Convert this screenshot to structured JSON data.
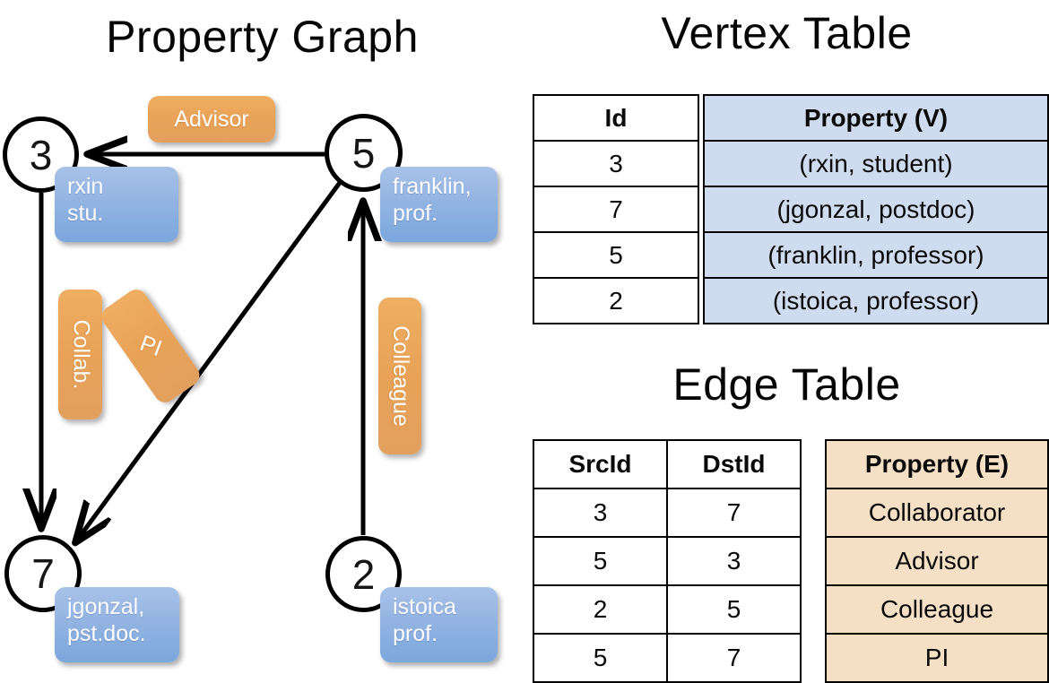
{
  "titles": {
    "graph": "Property Graph",
    "vertex_table": "Vertex Table",
    "edge_table": "Edge Table"
  },
  "graph": {
    "nodes": [
      {
        "id": "3",
        "property_label": "rxin\nstu.",
        "name": "rxin",
        "role": "stu."
      },
      {
        "id": "5",
        "property_label": "franklin,\nprof.",
        "name": "franklin,",
        "role": "prof."
      },
      {
        "id": "7",
        "property_label": "jgonzal,\npst.doc.",
        "name": "jgonzal,",
        "role": "pst.doc."
      },
      {
        "id": "2",
        "property_label": "istoica\nprof.",
        "name": "istoica",
        "role": "prof."
      }
    ],
    "edge_labels": {
      "advisor": "Advisor",
      "collab": "Collab.",
      "pi": "PI",
      "colleague": "Colleague"
    },
    "edges": [
      {
        "src": "5",
        "dst": "3",
        "label": "Advisor"
      },
      {
        "src": "3",
        "dst": "7",
        "label": "Collab."
      },
      {
        "src": "5",
        "dst": "7",
        "label": "PI"
      },
      {
        "src": "2",
        "dst": "5",
        "label": "Colleague"
      }
    ]
  },
  "vertex_table": {
    "headers": [
      "Id",
      "Property (V)"
    ],
    "rows": [
      {
        "id": "3",
        "property": "(rxin, student)"
      },
      {
        "id": "7",
        "property": "(jgonzal, postdoc)"
      },
      {
        "id": "5",
        "property": "(franklin, professor)"
      },
      {
        "id": "2",
        "property": "(istoica, professor)"
      }
    ]
  },
  "edge_table": {
    "headers": [
      "SrcId",
      "DstId",
      "Property (E)"
    ],
    "rows": [
      {
        "src": "3",
        "dst": "7",
        "property": "Collaborator"
      },
      {
        "src": "5",
        "dst": "3",
        "property": "Advisor"
      },
      {
        "src": "2",
        "dst": "5",
        "property": "Colleague"
      },
      {
        "src": "5",
        "dst": "7",
        "property": "PI"
      }
    ]
  },
  "colors": {
    "vertex_box": "#8cb0e0",
    "edge_box": "#e8a55d",
    "vertex_table_fill": "#cfdcef",
    "edge_table_fill": "#f5dfc5",
    "stroke": "#000000",
    "background": "#ffffff"
  }
}
